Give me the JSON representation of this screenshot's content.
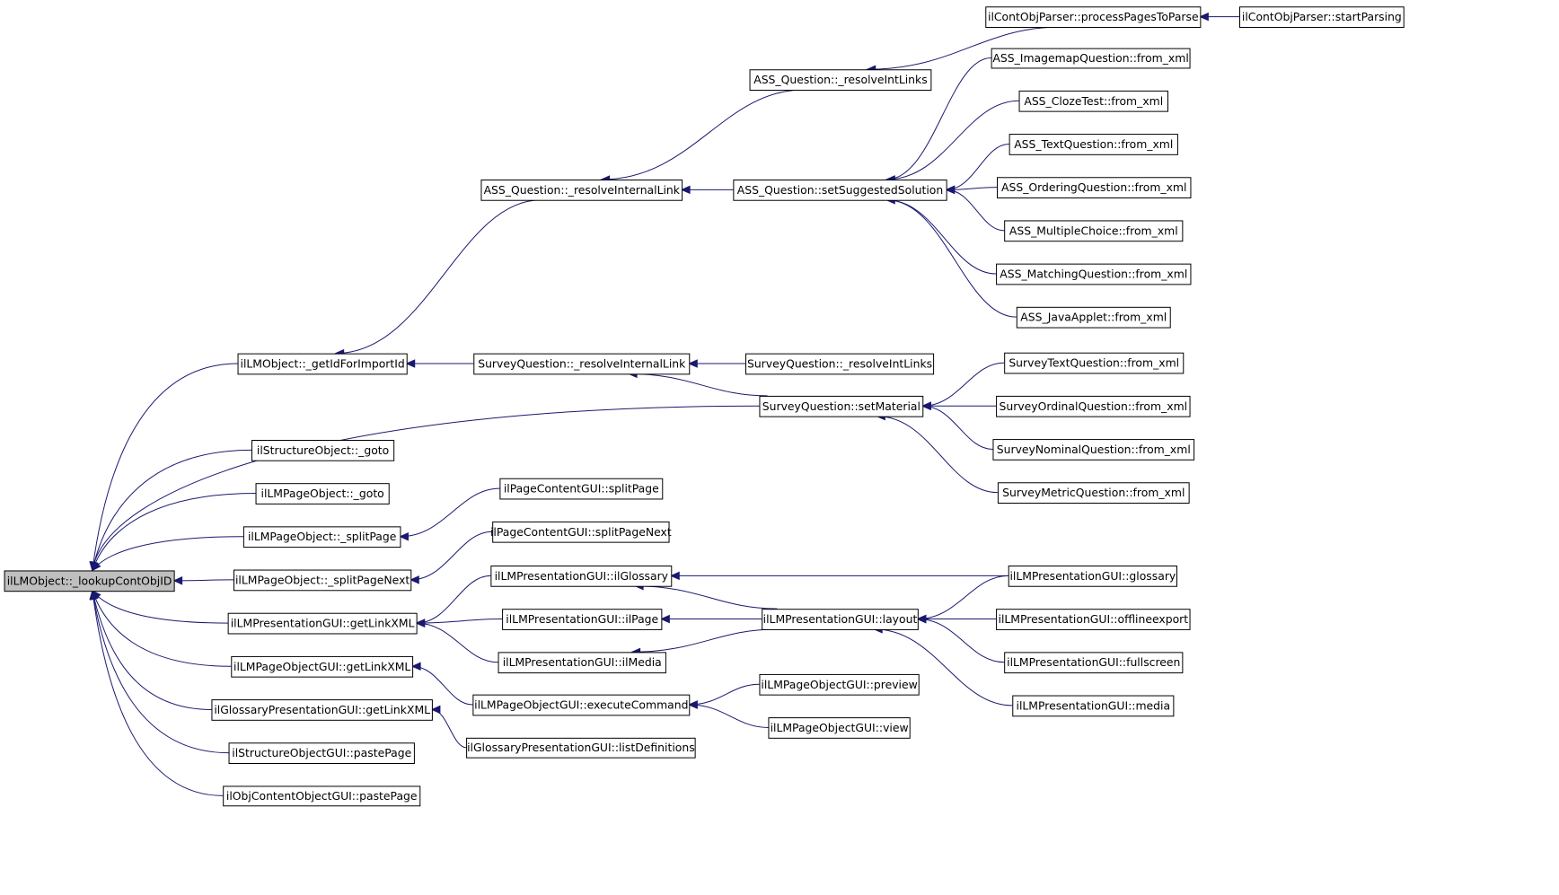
{
  "diagram": {
    "root": "ilLMObject::_lookupContObjID",
    "nodes": [
      {
        "id": "lookup",
        "label": "ilLMObject::_lookupContObjID",
        "root": true
      },
      {
        "id": "getIdForImportId",
        "label": "ilLMObject::_getIdForImportId"
      },
      {
        "id": "structGoto",
        "label": "ilStructureObject::_goto"
      },
      {
        "id": "pageGoto",
        "label": "ilLMPageObject::_goto"
      },
      {
        "id": "splitPage",
        "label": "ilLMPageObject::_splitPage"
      },
      {
        "id": "splitPageNext",
        "label": "ilLMPageObject::_splitPageNext"
      },
      {
        "id": "presGetLinkXML",
        "label": "ilLMPresentationGUI::getLinkXML"
      },
      {
        "id": "pageObjGetLinkXML",
        "label": "ilLMPageObjectGUI::getLinkXML"
      },
      {
        "id": "glossGetLinkXML",
        "label": "ilGlossaryPresentationGUI::getLinkXML"
      },
      {
        "id": "structPaste",
        "label": "ilStructureObjectGUI::pastePage"
      },
      {
        "id": "objPaste",
        "label": "ilObjContentObjectGUI::pastePage"
      },
      {
        "id": "assResolveInternal",
        "label": "ASS_Question::_resolveInternalLink"
      },
      {
        "id": "surveyResolveInternal",
        "label": "SurveyQuestion::_resolveInternalLink"
      },
      {
        "id": "surveySetMaterial",
        "label": "SurveyQuestion::setMaterial"
      },
      {
        "id": "pcSplitPage",
        "label": "ilPageContentGUI::splitPage"
      },
      {
        "id": "pcSplitPageNext",
        "label": "ilPageContentGUI::splitPageNext"
      },
      {
        "id": "presIlGlossary",
        "label": "ilLMPresentationGUI::ilGlossary"
      },
      {
        "id": "presIlPage",
        "label": "ilLMPresentationGUI::ilPage"
      },
      {
        "id": "presIlMedia",
        "label": "ilLMPresentationGUI::ilMedia"
      },
      {
        "id": "executeCommand",
        "label": "ilLMPageObjectGUI::executeCommand"
      },
      {
        "id": "listDefinitions",
        "label": "ilGlossaryPresentationGUI::listDefinitions"
      },
      {
        "id": "assResolveIntLinks",
        "label": "ASS_Question::_resolveIntLinks"
      },
      {
        "id": "assSetSuggested",
        "label": "ASS_Question::setSuggestedSolution"
      },
      {
        "id": "surveyResolveIntLinks",
        "label": "SurveyQuestion::_resolveIntLinks"
      },
      {
        "id": "presLayout",
        "label": "ilLMPresentationGUI::layout"
      },
      {
        "id": "preview",
        "label": "ilLMPageObjectGUI::preview"
      },
      {
        "id": "view",
        "label": "ilLMPageObjectGUI::view"
      },
      {
        "id": "processPages",
        "label": "ilContObjParser::processPagesToParse"
      },
      {
        "id": "startParsing",
        "label": "ilContObjParser::startParsing"
      },
      {
        "id": "imagemap",
        "label": "ASS_ImagemapQuestion::from_xml"
      },
      {
        "id": "cloze",
        "label": "ASS_ClozeTest::from_xml"
      },
      {
        "id": "textQ",
        "label": "ASS_TextQuestion::from_xml"
      },
      {
        "id": "ordering",
        "label": "ASS_OrderingQuestion::from_xml"
      },
      {
        "id": "multiple",
        "label": "ASS_MultipleChoice::from_xml"
      },
      {
        "id": "matching",
        "label": "ASS_MatchingQuestion::from_xml"
      },
      {
        "id": "java",
        "label": "ASS_JavaApplet::from_xml"
      },
      {
        "id": "svText",
        "label": "SurveyTextQuestion::from_xml"
      },
      {
        "id": "svOrdinal",
        "label": "SurveyOrdinalQuestion::from_xml"
      },
      {
        "id": "svNominal",
        "label": "SurveyNominalQuestion::from_xml"
      },
      {
        "id": "svMetric",
        "label": "SurveyMetricQuestion::from_xml"
      },
      {
        "id": "presGlossary",
        "label": "ilLMPresentationGUI::glossary"
      },
      {
        "id": "presOffline",
        "label": "ilLMPresentationGUI::offlineexport"
      },
      {
        "id": "presFullscreen",
        "label": "ilLMPresentationGUI::fullscreen"
      },
      {
        "id": "presMedia",
        "label": "ilLMPresentationGUI::media"
      }
    ],
    "edges": [
      {
        "from": "getIdForImportId",
        "to": "lookup"
      },
      {
        "from": "surveySetMaterial",
        "to": "lookup"
      },
      {
        "from": "structGoto",
        "to": "lookup"
      },
      {
        "from": "pageGoto",
        "to": "lookup"
      },
      {
        "from": "splitPage",
        "to": "lookup"
      },
      {
        "from": "splitPageNext",
        "to": "lookup"
      },
      {
        "from": "presGetLinkXML",
        "to": "lookup"
      },
      {
        "from": "pageObjGetLinkXML",
        "to": "lookup"
      },
      {
        "from": "glossGetLinkXML",
        "to": "lookup"
      },
      {
        "from": "structPaste",
        "to": "lookup"
      },
      {
        "from": "objPaste",
        "to": "lookup"
      },
      {
        "from": "assResolveInternal",
        "to": "getIdForImportId"
      },
      {
        "from": "surveyResolveInternal",
        "to": "getIdForImportId"
      },
      {
        "from": "pcSplitPage",
        "to": "splitPage"
      },
      {
        "from": "pcSplitPageNext",
        "to": "splitPageNext"
      },
      {
        "from": "presIlGlossary",
        "to": "presGetLinkXML"
      },
      {
        "from": "presIlPage",
        "to": "presGetLinkXML"
      },
      {
        "from": "presIlMedia",
        "to": "presGetLinkXML"
      },
      {
        "from": "executeCommand",
        "to": "pageObjGetLinkXML"
      },
      {
        "from": "listDefinitions",
        "to": "glossGetLinkXML"
      },
      {
        "from": "assResolveIntLinks",
        "to": "assResolveInternal"
      },
      {
        "from": "assSetSuggested",
        "to": "assResolveInternal"
      },
      {
        "from": "surveyResolveIntLinks",
        "to": "surveyResolveInternal"
      },
      {
        "from": "surveySetMaterial",
        "to": "surveyResolveInternal"
      },
      {
        "from": "presGlossary",
        "to": "presIlGlossary"
      },
      {
        "from": "presLayout",
        "to": "presIlGlossary"
      },
      {
        "from": "presLayout",
        "to": "presIlPage"
      },
      {
        "from": "presLayout",
        "to": "presIlMedia"
      },
      {
        "from": "preview",
        "to": "executeCommand"
      },
      {
        "from": "view",
        "to": "executeCommand"
      },
      {
        "from": "processPages",
        "to": "assResolveIntLinks"
      },
      {
        "from": "startParsing",
        "to": "processPages"
      },
      {
        "from": "imagemap",
        "to": "assSetSuggested"
      },
      {
        "from": "cloze",
        "to": "assSetSuggested"
      },
      {
        "from": "textQ",
        "to": "assSetSuggested"
      },
      {
        "from": "ordering",
        "to": "assSetSuggested"
      },
      {
        "from": "multiple",
        "to": "assSetSuggested"
      },
      {
        "from": "matching",
        "to": "assSetSuggested"
      },
      {
        "from": "java",
        "to": "assSetSuggested"
      },
      {
        "from": "svText",
        "to": "surveySetMaterial"
      },
      {
        "from": "svOrdinal",
        "to": "surveySetMaterial"
      },
      {
        "from": "svNominal",
        "to": "surveySetMaterial"
      },
      {
        "from": "svMetric",
        "to": "surveySetMaterial"
      },
      {
        "from": "presGlossary",
        "to": "presLayout"
      },
      {
        "from": "presOffline",
        "to": "presLayout"
      },
      {
        "from": "presFullscreen",
        "to": "presLayout"
      },
      {
        "from": "presMedia",
        "to": "presLayout"
      }
    ]
  }
}
